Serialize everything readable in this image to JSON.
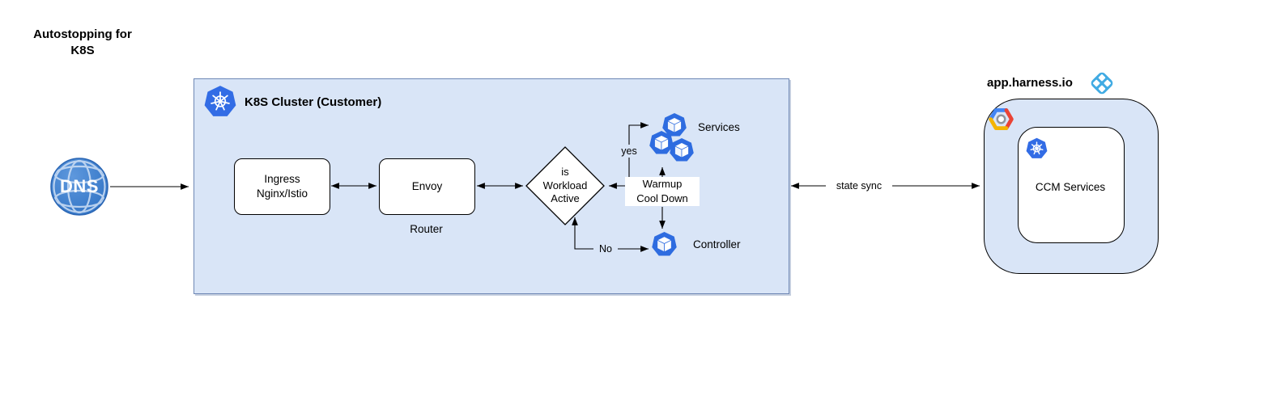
{
  "title": "Autostopping for\nK8S",
  "dns": {
    "label": "DNS"
  },
  "cluster": {
    "title": "K8S Cluster (Customer)",
    "ingress_label": "Ingress\nNginx/Istio",
    "envoy_label": "Envoy",
    "router_caption": "Router",
    "decision_label": "is\nWorkload\nActive",
    "services_label": "Services",
    "controller_label": "Controller",
    "edge_yes": "yes",
    "edge_no": "No",
    "warmup_label": "Warmup\nCool Down"
  },
  "sync": {
    "label": "state sync"
  },
  "harness": {
    "domain": "app.harness.io",
    "ccm_label": "CCM Services"
  },
  "colors": {
    "k8s_blue": "#326ce5",
    "icon_blue": "#2e6ce0",
    "dns_blue": "#3b7fd4",
    "cluster_fill": "#d9e5f7",
    "cluster_border": "#6f88b5",
    "harness_cyan": "#41abe3",
    "gcp_blue": "#4285f4",
    "gcp_red": "#ea4335",
    "gcp_yellow": "#f4b400"
  }
}
